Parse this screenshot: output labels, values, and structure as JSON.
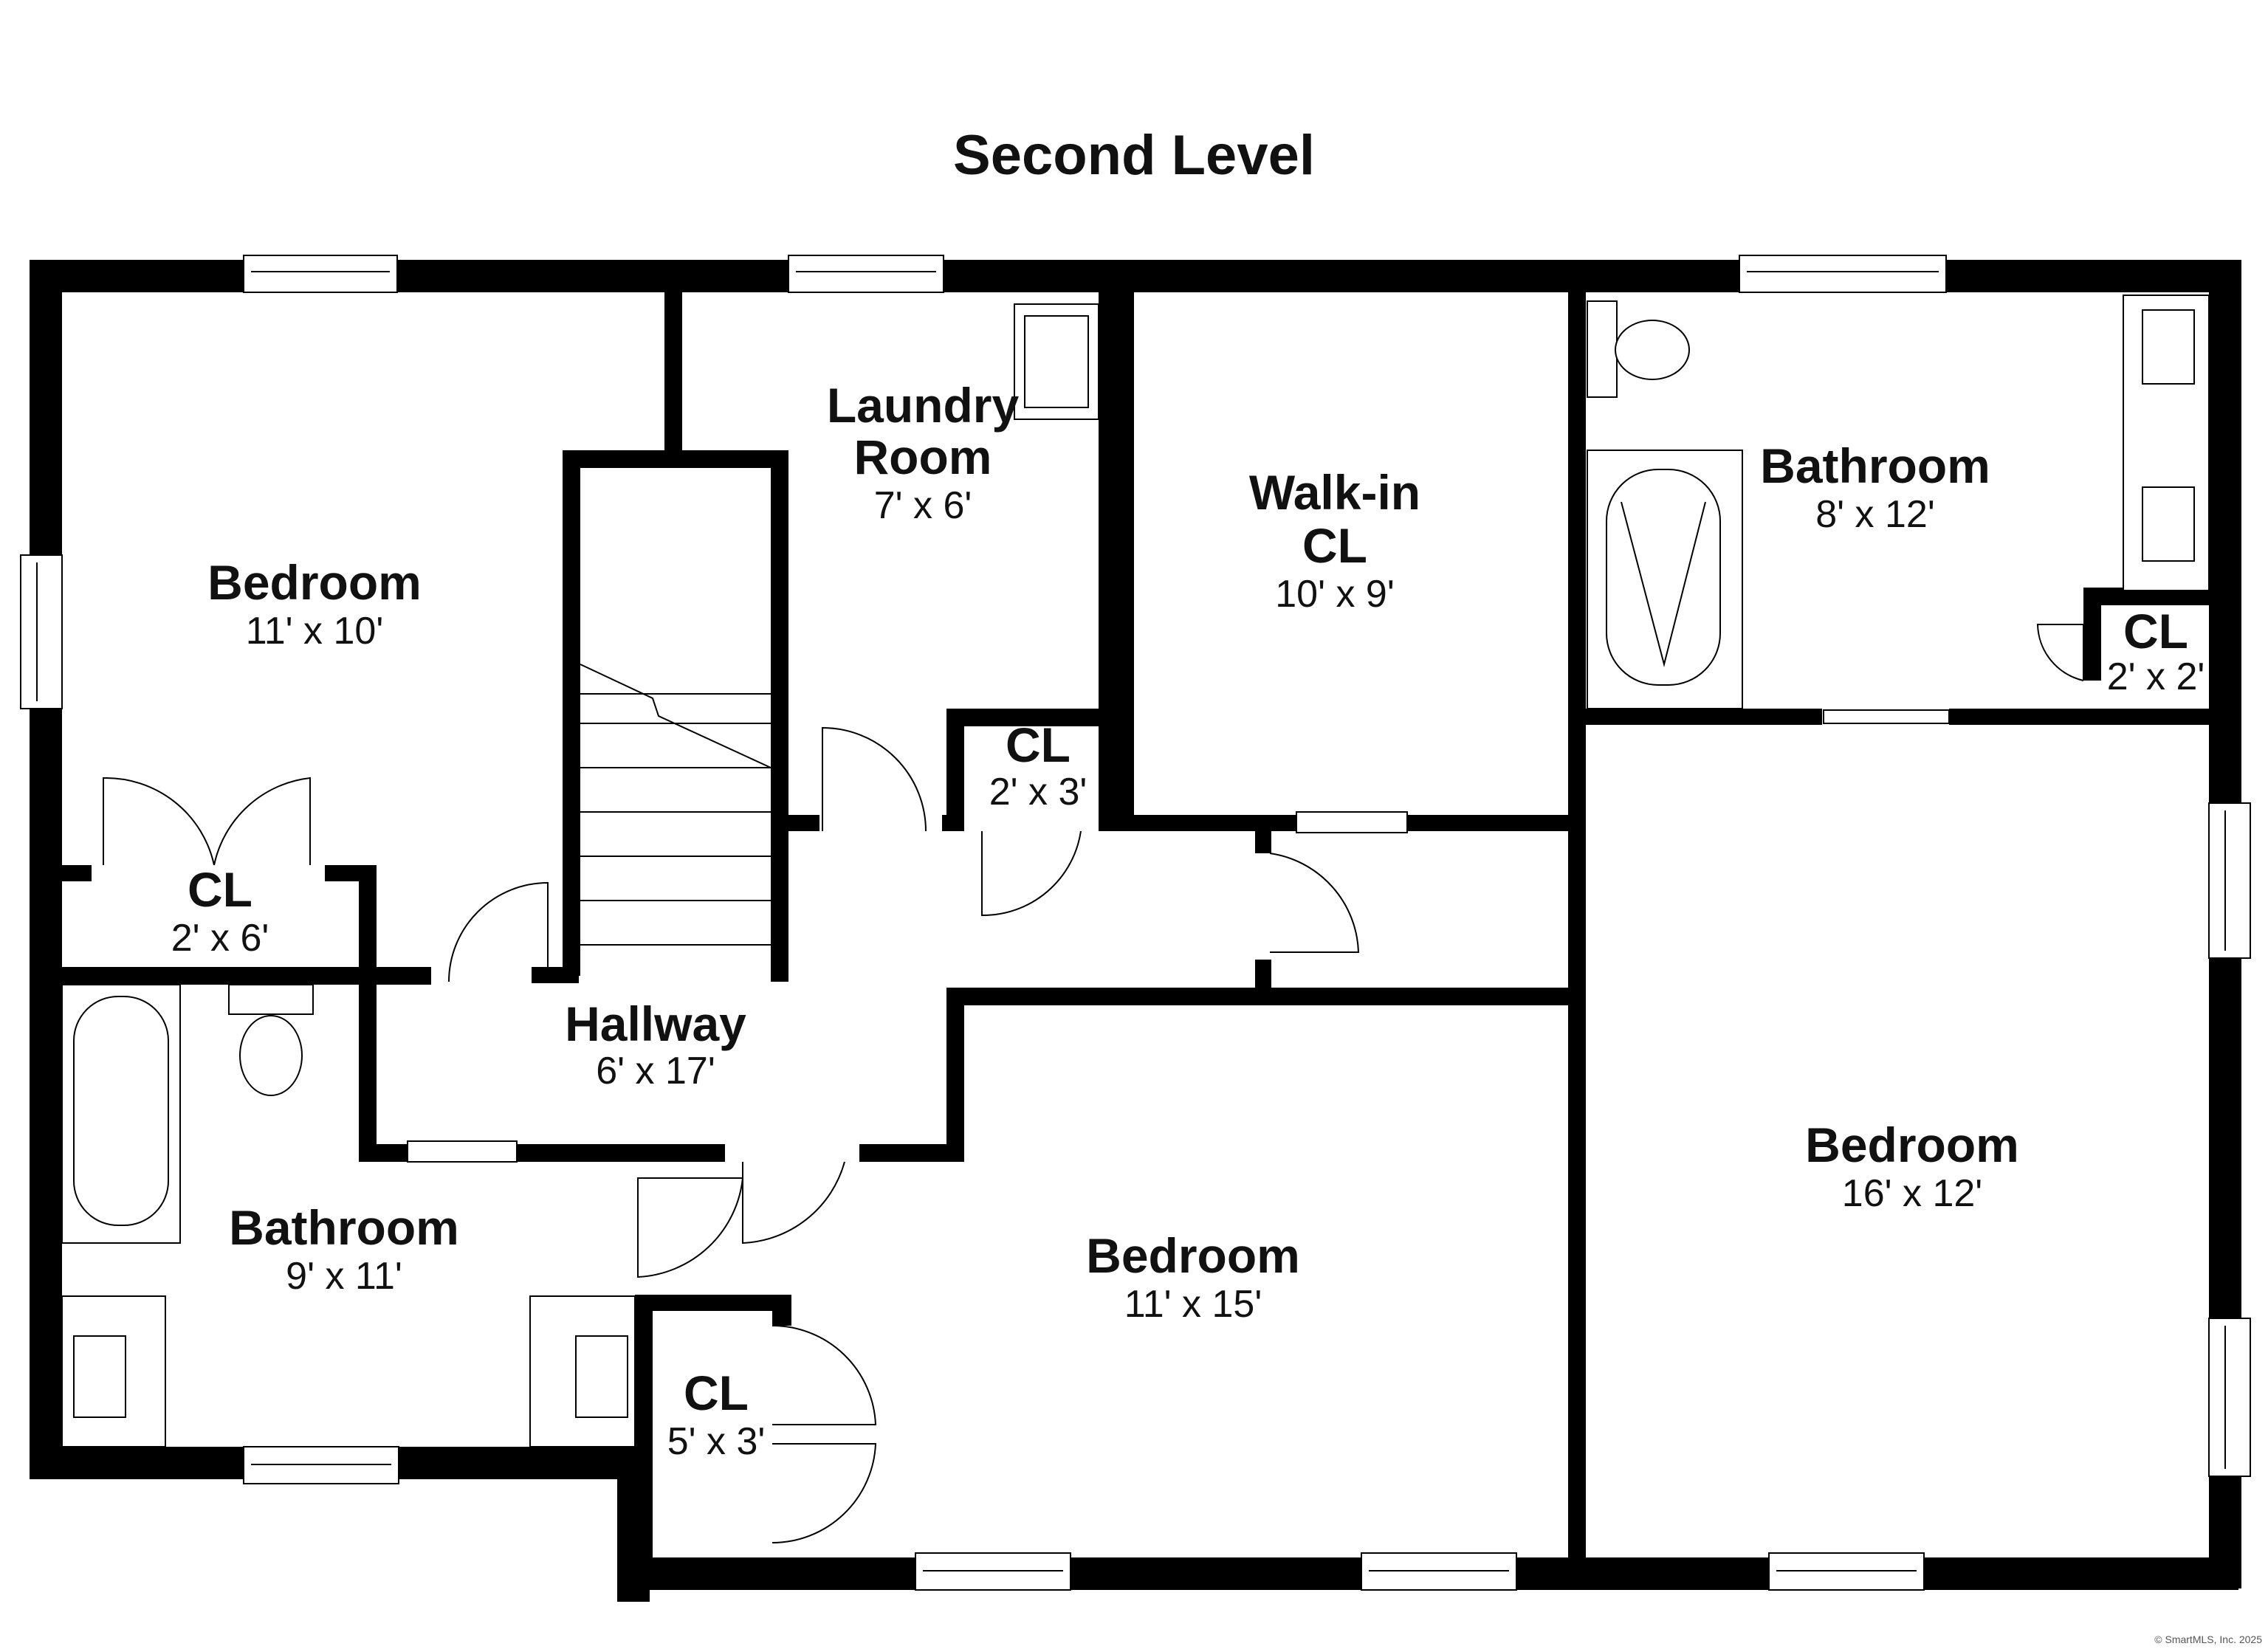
{
  "title": "Second Level",
  "credit": "© SmartMLS, Inc. 2025",
  "rooms": {
    "bedroom_nw": {
      "name": "Bedroom",
      "dims": "11' x 10'"
    },
    "cl_nw": {
      "name": "CL",
      "dims": "2' x 6'"
    },
    "laundry": {
      "name_line1": "Laundry",
      "name_line2": "Room",
      "dims": "7' x 6'"
    },
    "cl_laundry": {
      "name": "CL",
      "dims": "2' x 3'"
    },
    "walkin": {
      "name_line1": "Walk-in",
      "name_line2": "CL",
      "dims": "10' x 9'"
    },
    "bath_ne": {
      "name": "Bathroom",
      "dims": "8' x 12'"
    },
    "cl_bath_ne": {
      "name": "CL",
      "dims": "2' x 2'"
    },
    "hallway": {
      "name": "Hallway",
      "dims": "6' x 17'"
    },
    "bath_sw": {
      "name": "Bathroom",
      "dims": "9' x 11'"
    },
    "bedroom_mid": {
      "name": "Bedroom",
      "dims": "11' x 15'"
    },
    "cl_mid": {
      "name": "CL",
      "dims": "5' x 3'"
    },
    "bedroom_se": {
      "name": "Bedroom",
      "dims": "16' x 12'"
    }
  }
}
